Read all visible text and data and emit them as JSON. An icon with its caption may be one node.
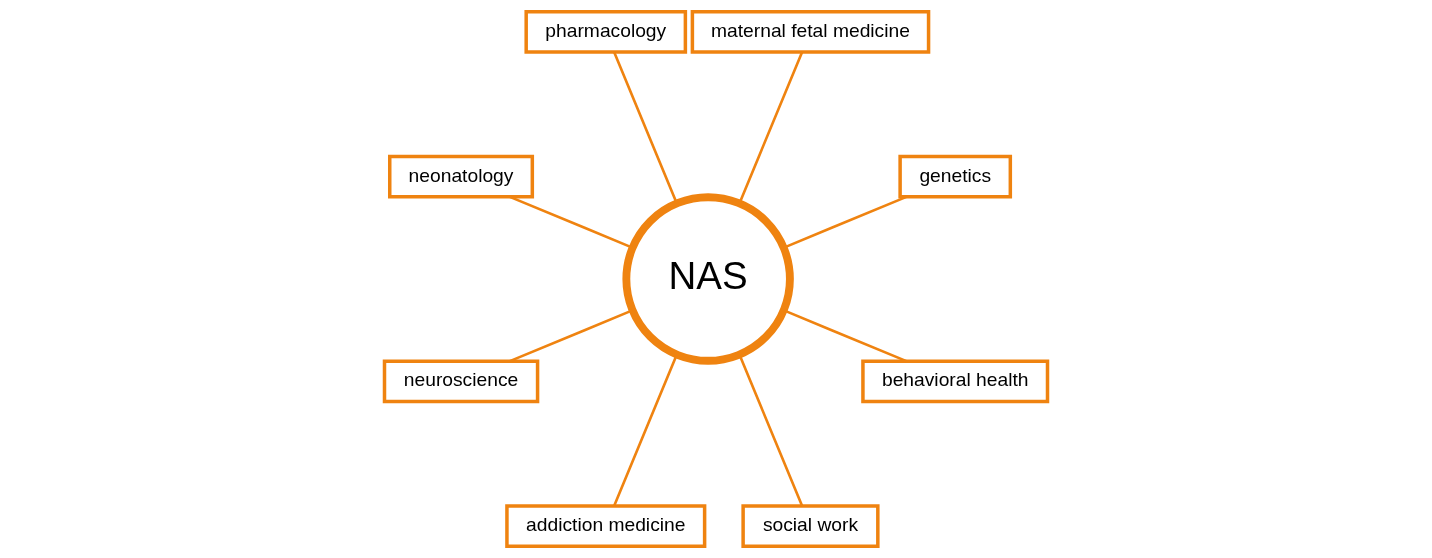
{
  "diagram": {
    "nodes": [
      {
        "text": [
          "genetics"
        ]
      },
      {
        "text": [
          "maternal fetal medicine"
        ]
      },
      {
        "text": [
          "pharmacology"
        ]
      },
      {
        "text": [
          "neonatology"
        ]
      },
      {
        "text": [
          "NAS"
        ]
      },
      {
        "text": [
          "neuroscience"
        ]
      },
      {
        "text": [
          "addiction medicine"
        ]
      },
      {
        "text": [
          "social work"
        ]
      },
      {
        "text": [
          "behavioral health"
        ]
      }
    ],
    "edges": [
      {
        "from": 4,
        "to": 0,
        "arrow": "none"
      },
      {
        "from": 4,
        "to": 1,
        "arrow": "none"
      },
      {
        "from": 4,
        "to": 2,
        "arrow": "none"
      },
      {
        "from": 4,
        "to": 3,
        "arrow": "none"
      },
      {
        "from": 4,
        "to": 5,
        "arrow": "none"
      },
      {
        "from": 4,
        "to": 6,
        "arrow": "none"
      },
      {
        "from": 4,
        "to": 7,
        "arrow": "none"
      },
      {
        "from": 4,
        "to": 8,
        "arrow": "none"
      }
    ]
  }
}
